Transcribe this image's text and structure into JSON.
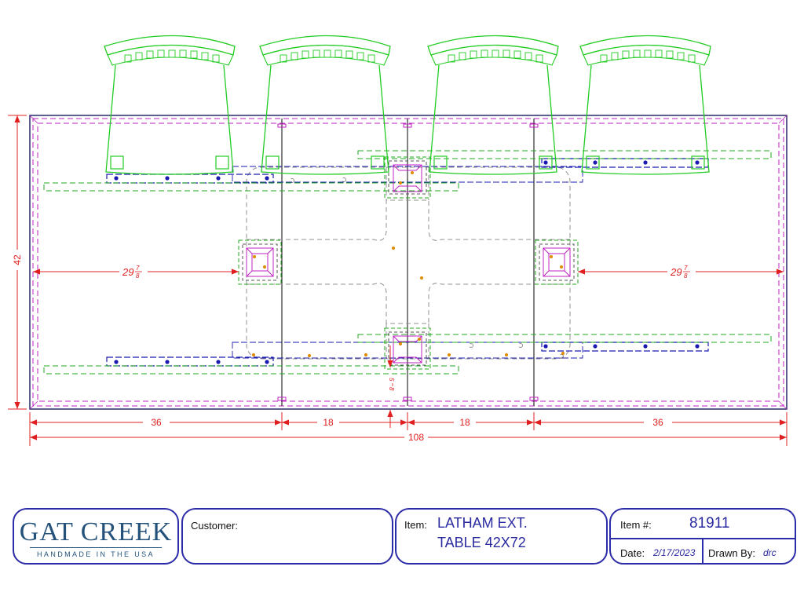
{
  "dimensions": {
    "width_36_left": "36",
    "width_18_left": "18",
    "width_18_right": "18",
    "width_36_right": "36",
    "overall_length": "108",
    "overall_width": "42",
    "left_offset_whole": "29",
    "left_offset_num": "7",
    "left_offset_den": "8",
    "right_offset_whole": "29",
    "right_offset_num": "7",
    "right_offset_den": "8",
    "gap_num": "5",
    "gap_den": "8"
  },
  "title_block": {
    "logo_main": "GAT CREEK",
    "logo_sub": "HANDMADE IN THE USA",
    "customer_label": "Customer:",
    "customer_value": "",
    "item_label": "Item:",
    "item_line1": "LATHAM EXT.",
    "item_line2": "TABLE 42X72",
    "item_number_label": "Item #:",
    "item_number": "81911",
    "date_label": "Date:",
    "date_value": "2/17/2023",
    "drawn_by_label": "Drawn By:",
    "drawn_by_value": "drc"
  },
  "colors": {
    "table_outline": "#2a2a6a",
    "magenta_dashed": "#c020c0",
    "green_chairs": "#22cc22",
    "dimension_red": "#e02020",
    "slide_blue": "#1a1ab0",
    "hidden_gray": "#909090",
    "title_block_border": "#2c2ca8",
    "logo_blue": "#24527a"
  }
}
